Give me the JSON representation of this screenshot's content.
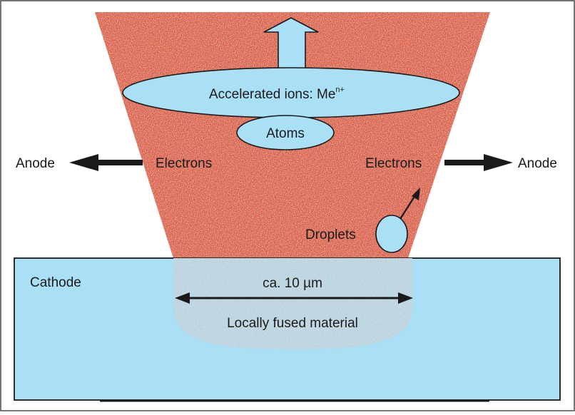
{
  "labels": {
    "ions_main": "Accelerated ions: Me",
    "ions_sup": "n+",
    "atoms": "Atoms",
    "electrons_left": "Electrons",
    "electrons_right": "Electrons",
    "anode_left": "Anode",
    "anode_right": "Anode",
    "droplets": "Droplets",
    "cathode": "Cathode",
    "width": "ca. 10 µm",
    "fused": "Locally fused material"
  },
  "colors": {
    "plasma": "#d9553e",
    "cathode": "#a9e0f6",
    "fused": "#b8d2de",
    "arrow": "#1a1a1a"
  }
}
